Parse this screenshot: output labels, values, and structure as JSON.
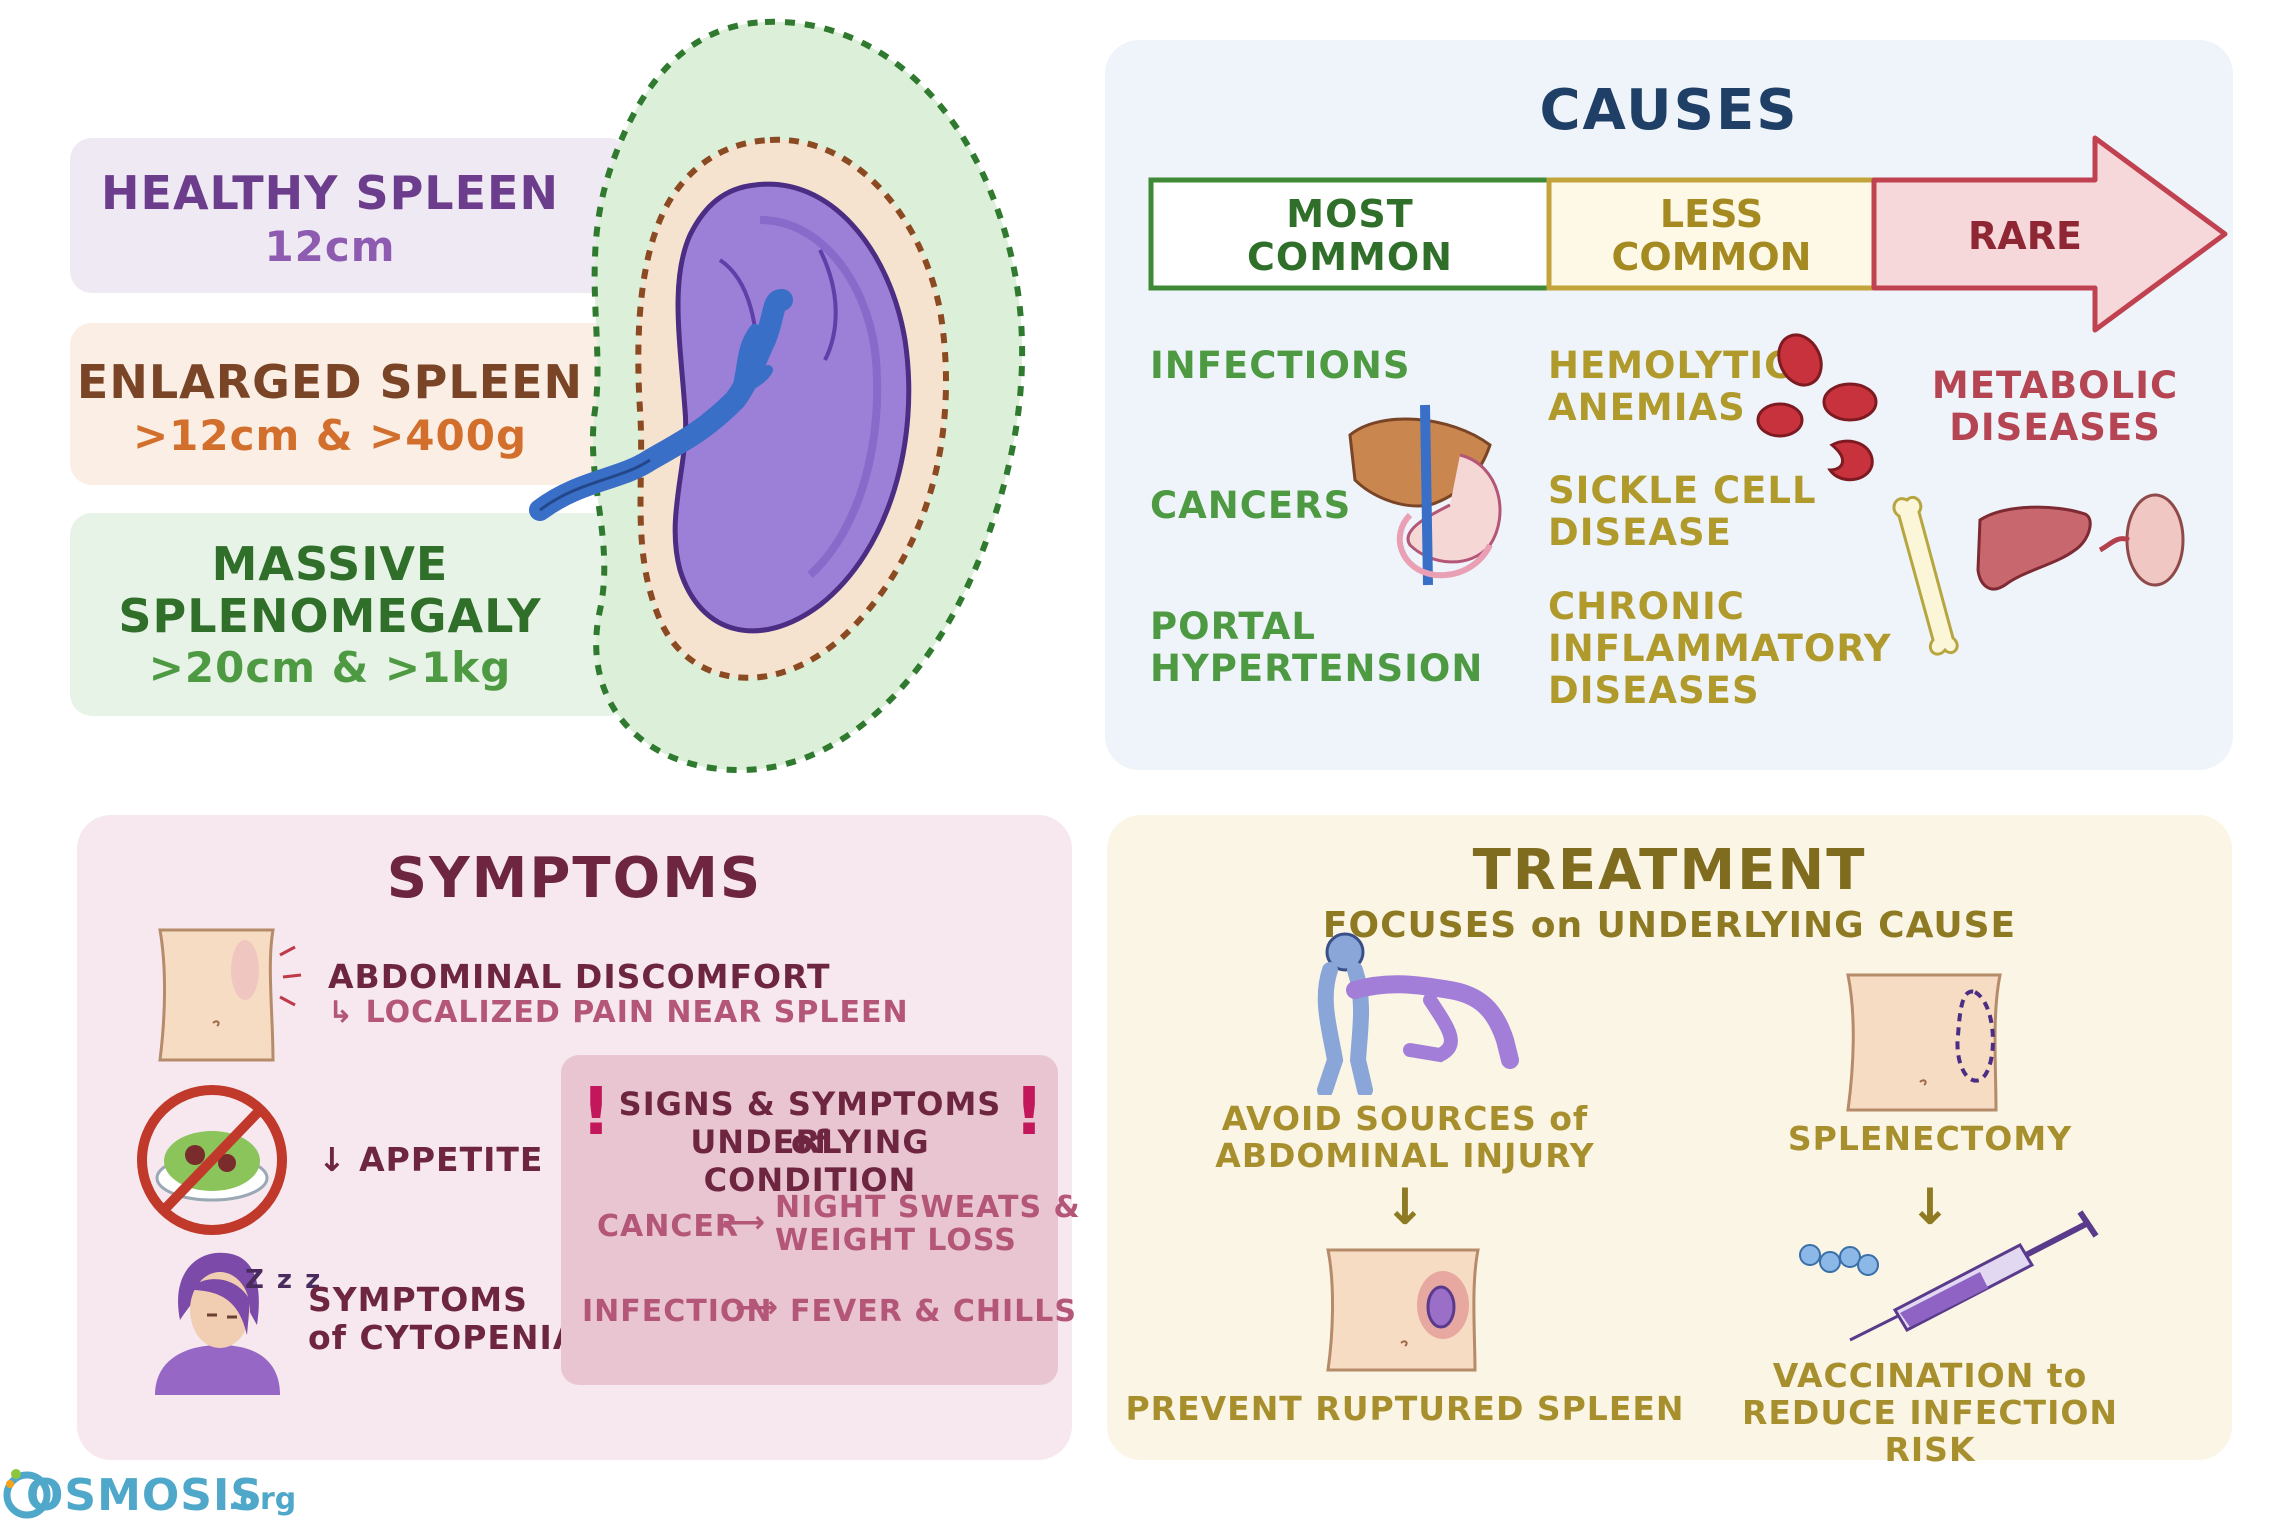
{
  "colors": {
    "purple": "#6b3d8c",
    "brown": "#7a4426",
    "orange": "#d36f2c",
    "green": "#2f6f2a",
    "green_light": "#4e9a43",
    "navy": "#1f3f66",
    "gold": "#b09a2c",
    "red": "#b64554",
    "maroon": "#6e2640",
    "pink": "#b45677",
    "olive": "#7f6c1e"
  },
  "spleen_sizes": {
    "healthy": {
      "title": "HEALTHY SPLEEN",
      "measure": "12cm"
    },
    "enlarged": {
      "title": "ENLARGED SPLEEN",
      "measure": ">12cm & >400g"
    },
    "massive": {
      "title_line1": "MASSIVE",
      "title_line2": "SPLENOMEGALY",
      "measure": ">20cm & >1kg"
    }
  },
  "causes": {
    "title": "CAUSES",
    "headers": {
      "most_common_1": "MOST",
      "most_common_2": "COMMON",
      "less_common_1": "LESS",
      "less_common_2": "COMMON",
      "rare": "RARE"
    },
    "most_common": [
      "INFECTIONS",
      "CANCERS",
      "PORTAL",
      "HYPERTENSION"
    ],
    "less_common": [
      "HEMOLYTIC",
      "ANEMIAS",
      "SICKLE CELL",
      "DISEASE",
      "CHRONIC",
      "INFLAMMATORY",
      "DISEASES"
    ],
    "rare": [
      "METABOLIC",
      "DISEASES"
    ]
  },
  "symptoms": {
    "title": "SYMPTOMS",
    "abdominal": "ABDOMINAL DISCOMFORT",
    "abdominal_sub": "↳ LOCALIZED PAIN NEAR SPLEEN",
    "appetite": "↓ APPETITE",
    "cytopenias_1": "SYMPTOMS",
    "cytopenias_2": "of CYTOPENIAS",
    "zzz": "Z z z",
    "underlying_1": "SIGNS & SYMPTOMS of",
    "underlying_2": "UNDERLYING CONDITION",
    "exclaim": "!",
    "cancer": "CANCER",
    "cancer_result_1": "NIGHT SWEATS &",
    "cancer_result_2": "WEIGHT LOSS",
    "infection": "INFECTION",
    "infection_result": "FEVER & CHILLS",
    "arrow": "⟶"
  },
  "treatment": {
    "title": "TREATMENT",
    "subtitle": "FOCUSES on UNDERLYING CAUSE",
    "avoid_1": "AVOID SOURCES of",
    "avoid_2": "ABDOMINAL INJURY",
    "splenectomy": "SPLENECTOMY",
    "down_arrow": "↓",
    "prevent": "PREVENT RUPTURED SPLEEN",
    "vaccination_1": "VACCINATION to",
    "vaccination_2": "REDUCE INFECTION RISK"
  },
  "footer": {
    "brand": "OSMOSIS",
    "suffix": ".org"
  }
}
